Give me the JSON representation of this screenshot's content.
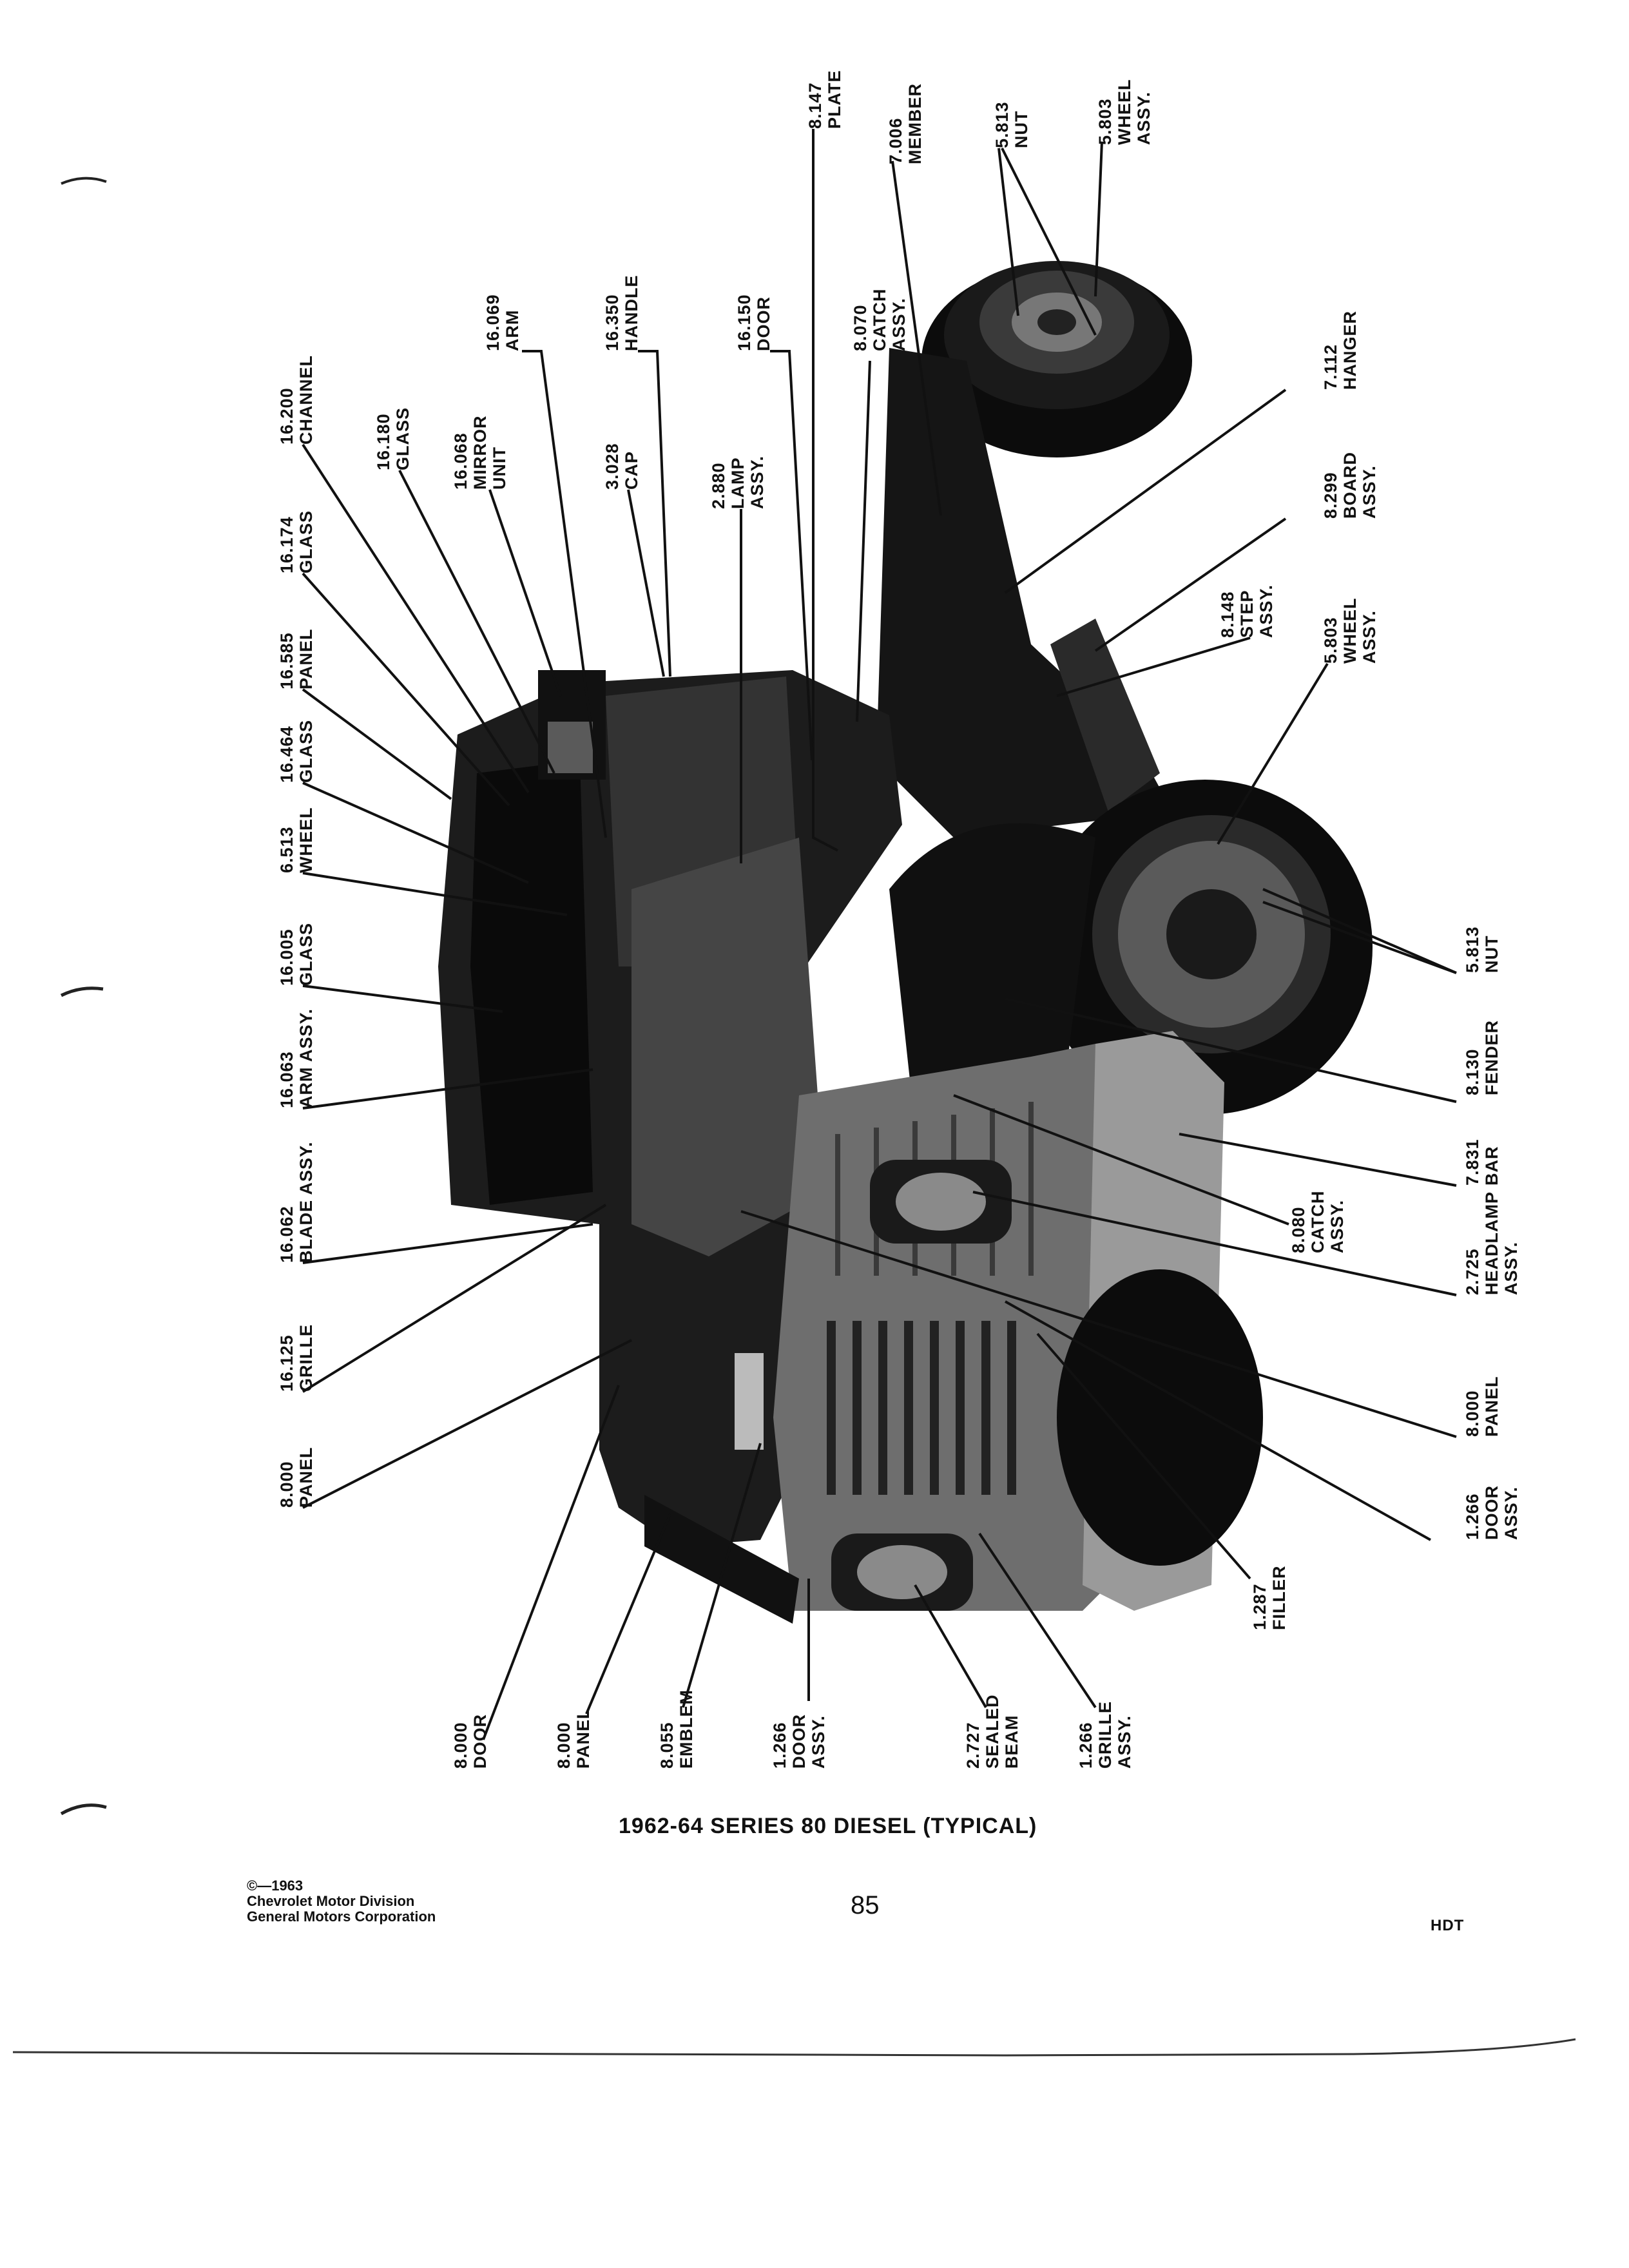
{
  "document": {
    "title": "1962-64 SERIES 80 DIESEL (TYPICAL)",
    "page_number": "85",
    "copyright_lines": [
      "©—1963",
      "Chevrolet Motor Division",
      "General Motors Corporation"
    ],
    "code": "HDT"
  },
  "illustration": {
    "subject": "truck-cab-photo",
    "callouts": [
      {
        "id": "c01",
        "lines": [
          "8.147",
          "PLATE"
        ]
      },
      {
        "id": "c02",
        "lines": [
          "7.006",
          "MEMBER"
        ]
      },
      {
        "id": "c03",
        "lines": [
          "5.813",
          "NUT"
        ]
      },
      {
        "id": "c04",
        "lines": [
          "5.803",
          "WHEEL",
          "ASSY."
        ]
      },
      {
        "id": "c05",
        "lines": [
          "8.070",
          "CATCH",
          "ASSY."
        ]
      },
      {
        "id": "c06",
        "lines": [
          "16.150",
          "DOOR"
        ]
      },
      {
        "id": "c07",
        "lines": [
          "16.350",
          "HANDLE"
        ]
      },
      {
        "id": "c08",
        "lines": [
          "16.069",
          "ARM"
        ]
      },
      {
        "id": "c09",
        "lines": [
          "2.880",
          "LAMP",
          "ASSY."
        ]
      },
      {
        "id": "c10",
        "lines": [
          "3.028",
          "CAP"
        ]
      },
      {
        "id": "c11",
        "lines": [
          "16.068",
          "MIRROR",
          "UNIT"
        ]
      },
      {
        "id": "c12",
        "lines": [
          "16.180",
          "GLASS"
        ]
      },
      {
        "id": "c13",
        "lines": [
          "16.200",
          "CHANNEL"
        ]
      },
      {
        "id": "c14",
        "lines": [
          "16.174",
          "GLASS"
        ]
      },
      {
        "id": "c15",
        "lines": [
          "16.585",
          "PANEL"
        ]
      },
      {
        "id": "c16",
        "lines": [
          "16.464",
          "GLASS"
        ]
      },
      {
        "id": "c17",
        "lines": [
          "6.513",
          "WHEEL"
        ]
      },
      {
        "id": "c18",
        "lines": [
          "16.005",
          "GLASS"
        ]
      },
      {
        "id": "c19",
        "lines": [
          "16.063",
          "ARM ASSY."
        ]
      },
      {
        "id": "c20",
        "lines": [
          "16.062",
          "BLADE ASSY."
        ]
      },
      {
        "id": "c21",
        "lines": [
          "16.125",
          "GRILLE"
        ]
      },
      {
        "id": "c22",
        "lines": [
          "8.000",
          "PANEL"
        ]
      },
      {
        "id": "c23",
        "lines": [
          "7.112",
          "HANGER"
        ]
      },
      {
        "id": "c24",
        "lines": [
          "8.299",
          "BOARD",
          "ASSY."
        ]
      },
      {
        "id": "c25",
        "lines": [
          "8.148",
          "STEP",
          "ASSY."
        ]
      },
      {
        "id": "c26",
        "lines": [
          "5.803",
          "WHEEL",
          "ASSY."
        ]
      },
      {
        "id": "c27",
        "lines": [
          "5.813",
          "NUT"
        ]
      },
      {
        "id": "c28",
        "lines": [
          "8.130",
          "FENDER"
        ]
      },
      {
        "id": "c29",
        "lines": [
          "7.831",
          "BAR"
        ]
      },
      {
        "id": "c30",
        "lines": [
          "8.080",
          "CATCH",
          "ASSY."
        ]
      },
      {
        "id": "c31",
        "lines": [
          "2.725",
          "HEADLAMP",
          "ASSY."
        ]
      },
      {
        "id": "c32",
        "lines": [
          "8.000",
          "PANEL"
        ]
      },
      {
        "id": "c33",
        "lines": [
          "1.266",
          "DOOR",
          "ASSY."
        ]
      },
      {
        "id": "c34",
        "lines": [
          "1.287",
          "FILLER"
        ]
      },
      {
        "id": "c35",
        "lines": [
          "8.000",
          "DOOR"
        ]
      },
      {
        "id": "c36",
        "lines": [
          "8.000",
          "PANEL"
        ]
      },
      {
        "id": "c37",
        "lines": [
          "8.055",
          "EMBLEM"
        ]
      },
      {
        "id": "c38",
        "lines": [
          "1.266",
          "DOOR",
          "ASSY."
        ]
      },
      {
        "id": "c39",
        "lines": [
          "2.727",
          "SEALED",
          "BEAM"
        ]
      },
      {
        "id": "c40",
        "lines": [
          "1.266",
          "GRILLE",
          "ASSY."
        ]
      }
    ]
  }
}
